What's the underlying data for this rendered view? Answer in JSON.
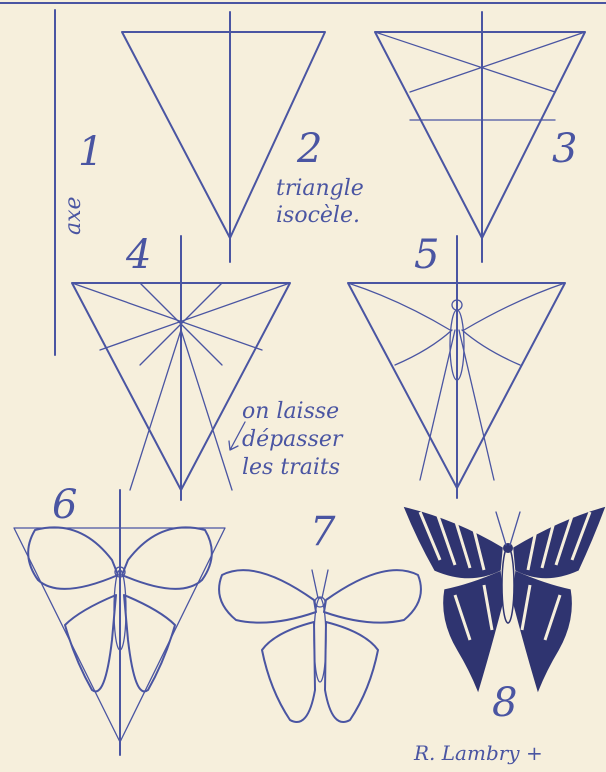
{
  "steps": {
    "s1": "1",
    "s2": "2",
    "s3": "3",
    "s4": "4",
    "s5": "5",
    "s6": "6",
    "s7": "7",
    "s8": "8"
  },
  "labels": {
    "axis": "axe",
    "triangle_line1": "triangle",
    "triangle_line2": "isocèle.",
    "note_line1": "on laisse",
    "note_line2": "dépasser",
    "note_line3": "les traits"
  },
  "signature": "R. Lambry +",
  "colors": {
    "paper": "#f6efdc",
    "ink": "#4a55a2",
    "wing_dark": "#2f3470"
  }
}
